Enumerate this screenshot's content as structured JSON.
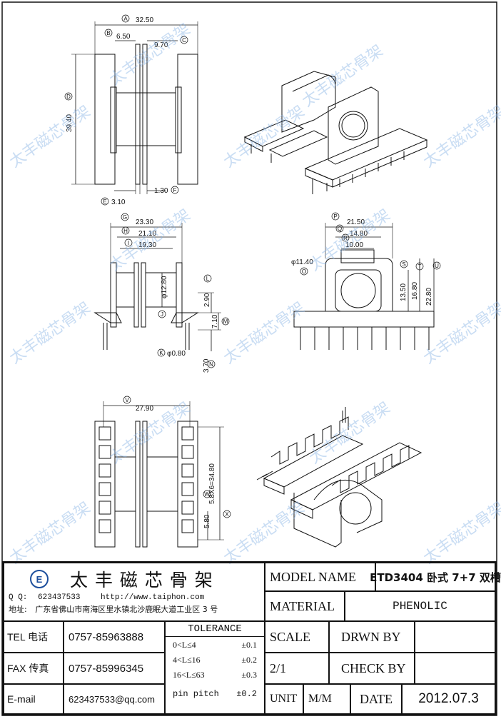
{
  "drawing": {
    "watermark": "太丰磁芯骨架",
    "top_view": {
      "A": {
        "label": "A",
        "value": "32.50"
      },
      "B": {
        "label": "B",
        "value": "6.50"
      },
      "C": {
        "label": "C",
        "value": "9.70"
      },
      "D": {
        "label": "D",
        "value": "39.40"
      },
      "E": {
        "label": "E",
        "value": "3.10"
      },
      "F": {
        "label": "F",
        "value": "1.30"
      }
    },
    "front_view": {
      "G": {
        "label": "G",
        "value": "23.30"
      },
      "H": {
        "label": "H",
        "value": "21.10"
      },
      "I": {
        "label": "I",
        "value": "19.30"
      },
      "J": {
        "label": "J",
        "value": "φ12.80"
      },
      "K": {
        "label": "K",
        "value": "φ0.80"
      },
      "L": {
        "label": "L",
        "value": "2.90"
      },
      "M": {
        "label": "M",
        "value": "7.10"
      },
      "N": {
        "label": "N",
        "value": "3.70"
      }
    },
    "side_view": {
      "O": {
        "label": "O",
        "value": "φ11.40"
      },
      "P": {
        "label": "P",
        "value": "21.50"
      },
      "Q": {
        "label": "Q",
        "value": "14.80"
      },
      "R": {
        "label": "R",
        "value": "10.00"
      },
      "S": {
        "label": "S",
        "value": "13.50"
      },
      "T": {
        "label": "T",
        "value": "16.80"
      },
      "U": {
        "label": "U",
        "value": "22.80"
      }
    },
    "bottom_view": {
      "V": {
        "label": "V",
        "value": "27.90"
      },
      "W": {
        "label": "W",
        "value": "5.80"
      },
      "X": {
        "label": "X",
        "value": "5.8X6=34.80"
      }
    }
  },
  "company": {
    "logo_letter": "E",
    "name": "太 丰 磁 芯 骨 架",
    "qq_label": "Q Q:",
    "qq": "623437533",
    "website": "http://www.taiphon.com",
    "address_label": "地址:",
    "address": "广东省佛山市南海区里水镇北沙鹿眠大道工业区 3 号"
  },
  "contacts": [
    {
      "label": "TEL 电话",
      "value": "0757-85963888"
    },
    {
      "label": "FAX 传真",
      "value": "0757-85996345"
    },
    {
      "label": "E-mail",
      "value": "623437533@qq.com"
    }
  ],
  "tolerance": {
    "title": "TOLERANCE",
    "rows": [
      {
        "range": "0<L≤4",
        "value": "±0.1"
      },
      {
        "range": "4<L≤16",
        "value": "±0.2"
      },
      {
        "range": "16<L≤63",
        "value": "±0.3"
      },
      {
        "range": "pin pitch",
        "value": "±0.2"
      }
    ]
  },
  "title_block": {
    "model_name_label": "MODEL NAME",
    "model_name": "ETD3404 卧式 7+7 双槽",
    "material_label": "MATERIAL",
    "material": "PHENOLIC",
    "scale_label": "SCALE",
    "scale": "2/1",
    "drawn_by_label": "DRWN BY",
    "check_by_label": "CHECK BY",
    "unit_label": "UNIT",
    "unit": "M/M",
    "date_label": "DATE",
    "date": "2012.07.3"
  }
}
